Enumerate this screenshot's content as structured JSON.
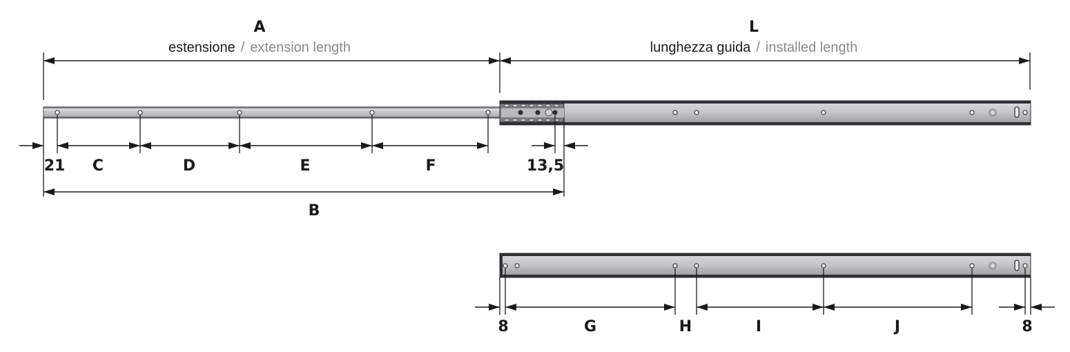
{
  "labels": {
    "A": "A",
    "L": "L",
    "B": "B",
    "C": "C",
    "D": "D",
    "E": "E",
    "F": "F",
    "G": "G",
    "H": "H",
    "I": "I",
    "J": "J",
    "dim_21": "21",
    "dim_13_5": "13,5",
    "dim_8_left": "8",
    "dim_8_right": "8"
  },
  "subtitles": {
    "extension_it": "estensione",
    "extension_en": "extension length",
    "installed_it": "lunghezza guida",
    "installed_en": "installed length",
    "separator": "/"
  },
  "colors": {
    "rail_light": "#c9ccce",
    "rail_mid": "#a9adb0",
    "rail_dark": "#2e3033",
    "ink": "#1a1a1a",
    "english_grey": "#8a8a8a"
  }
}
